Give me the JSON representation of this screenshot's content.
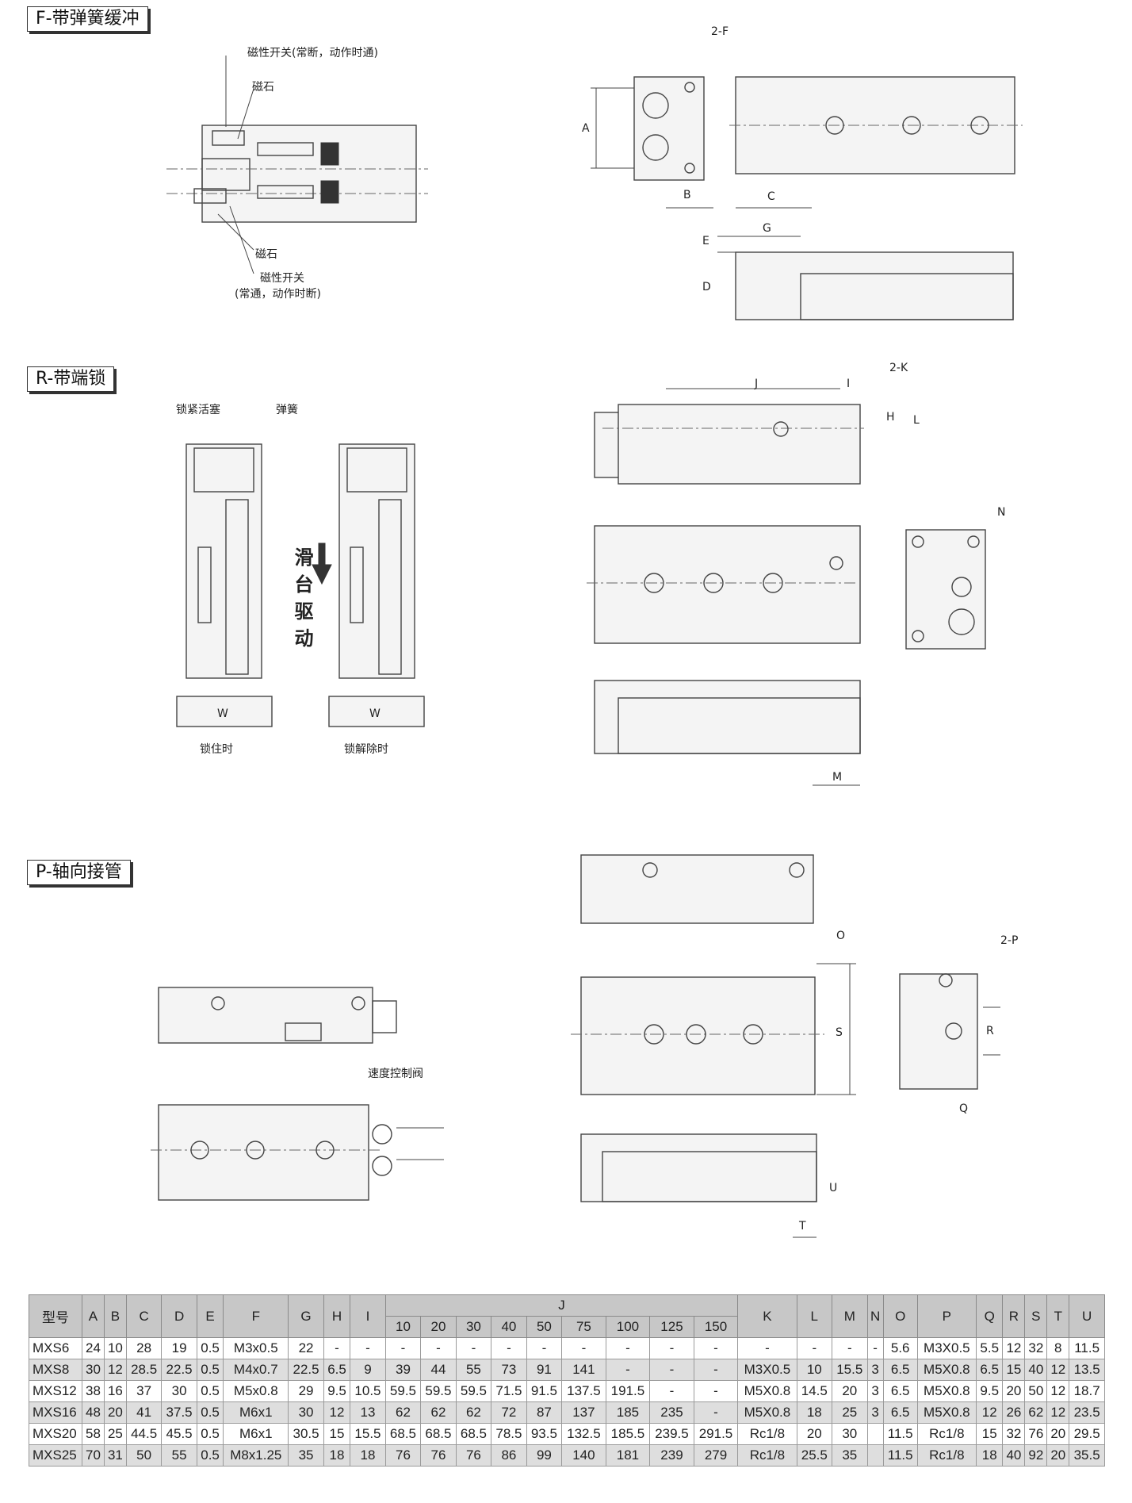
{
  "sections": {
    "f": "F-带弹簧缓冲",
    "r": "R-带端锁",
    "p": "P-轴向接管"
  },
  "captions": {
    "f_switch_top": "磁性开关(常断，动作时通)",
    "f_magnet_top": "磁石",
    "f_magnet_bottom": "磁石",
    "f_switch_bottom_1": "磁性开关",
    "f_switch_bottom_2": "(常通，动作时断)",
    "r_lock_piston": "锁紧活塞",
    "r_spring": "弹簧",
    "r_slide_drive": "滑台驱动",
    "r_w1": "W",
    "r_w2": "W",
    "r_locked": "锁住时",
    "r_unlocked": "锁解除时",
    "p_speed_valve": "速度控制阀"
  },
  "dims": {
    "f2": "2-F",
    "a": "A",
    "b": "B",
    "c": "C",
    "g": "G",
    "e": "E",
    "d": "D",
    "j": "J",
    "i": "I",
    "k2": "2-K",
    "h": "H",
    "l": "L",
    "n": "N",
    "m": "M",
    "o": "O",
    "p2": "2-P",
    "s": "S",
    "r": "R",
    "q": "Q",
    "u": "U",
    "t": "T"
  },
  "table": {
    "model_header": "型号",
    "cols_before_j": [
      "A",
      "B",
      "C",
      "D",
      "E",
      "F",
      "G",
      "H",
      "I"
    ],
    "j_header": "J",
    "j_sub": [
      "10",
      "20",
      "30",
      "40",
      "50",
      "75",
      "100",
      "125",
      "150"
    ],
    "cols_after_j": [
      "K",
      "L",
      "M",
      "N",
      "O",
      "P",
      "Q",
      "R",
      "S",
      "T",
      "U"
    ],
    "rows": [
      [
        "MXS6",
        "24",
        "10",
        "28",
        "19",
        "0.5",
        "M3x0.5",
        "22",
        "-",
        "-",
        "-",
        "-",
        "-",
        "-",
        "-",
        "-",
        "-",
        "-",
        "-",
        "-",
        "-",
        "-",
        "-",
        "5.6",
        "M3X0.5",
        "5.5",
        "12",
        "32",
        "8",
        "11.5"
      ],
      [
        "MXS8",
        "30",
        "12",
        "28.5",
        "22.5",
        "0.5",
        "M4x0.7",
        "22.5",
        "6.5",
        "9",
        "39",
        "44",
        "55",
        "73",
        "91",
        "141",
        "-",
        "-",
        "-",
        "M3X0.5",
        "10",
        "15.5",
        "3",
        "6.5",
        "M5X0.8",
        "6.5",
        "15",
        "40",
        "12",
        "13.5"
      ],
      [
        "MXS12",
        "38",
        "16",
        "37",
        "30",
        "0.5",
        "M5x0.8",
        "29",
        "9.5",
        "10.5",
        "59.5",
        "59.5",
        "59.5",
        "71.5",
        "91.5",
        "137.5",
        "191.5",
        "-",
        "-",
        "M5X0.8",
        "14.5",
        "20",
        "3",
        "6.5",
        "M5X0.8",
        "9.5",
        "20",
        "50",
        "12",
        "18.7"
      ],
      [
        "MXS16",
        "48",
        "20",
        "41",
        "37.5",
        "0.5",
        "M6x1",
        "30",
        "12",
        "13",
        "62",
        "62",
        "62",
        "72",
        "87",
        "137",
        "185",
        "235",
        "-",
        "M5X0.8",
        "18",
        "25",
        "3",
        "6.5",
        "M5X0.8",
        "12",
        "26",
        "62",
        "12",
        "23.5"
      ],
      [
        "MXS20",
        "58",
        "25",
        "44.5",
        "45.5",
        "0.5",
        "M6x1",
        "30.5",
        "15",
        "15.5",
        "68.5",
        "68.5",
        "68.5",
        "78.5",
        "93.5",
        "132.5",
        "185.5",
        "239.5",
        "291.5",
        "Rc1/8",
        "20",
        "30",
        "",
        "11.5",
        "Rc1/8",
        "15",
        "32",
        "76",
        "20",
        "29.5"
      ],
      [
        "MXS25",
        "70",
        "31",
        "50",
        "55",
        "0.5",
        "M8x1.25",
        "35",
        "18",
        "18",
        "76",
        "76",
        "76",
        "86",
        "99",
        "140",
        "181",
        "239",
        "279",
        "Rc1/8",
        "25.5",
        "35",
        "",
        "11.5",
        "Rc1/8",
        "18",
        "40",
        "92",
        "20",
        "35.5"
      ]
    ]
  }
}
